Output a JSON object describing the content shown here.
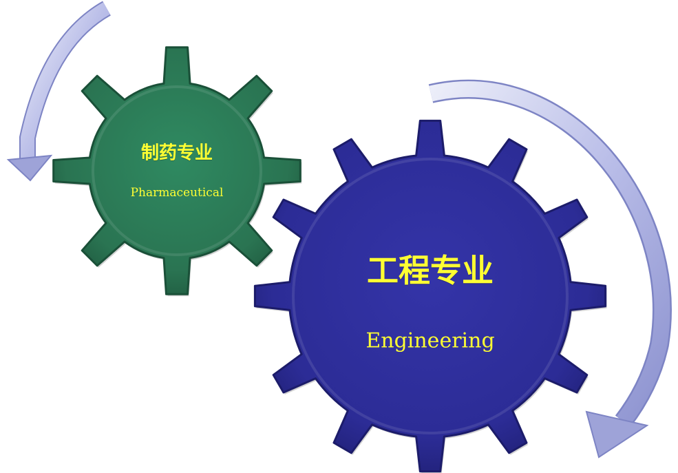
{
  "colors": {
    "pharma_gear": "#2d7a57",
    "engineering_gear": "#2e2e9a",
    "label_text": "#ffff33",
    "arrow": "#b8bde6"
  },
  "gears": {
    "pharmaceutical": {
      "title": "制药专业",
      "subtitle": "Pharmaceutical",
      "teeth": 8
    },
    "engineering": {
      "title": "工程专业",
      "subtitle": "Engineering",
      "teeth": 12
    }
  },
  "arrows": [
    {
      "name": "left-arrow",
      "direction": "counter-clockwise"
    },
    {
      "name": "right-arrow",
      "direction": "clockwise"
    }
  ]
}
